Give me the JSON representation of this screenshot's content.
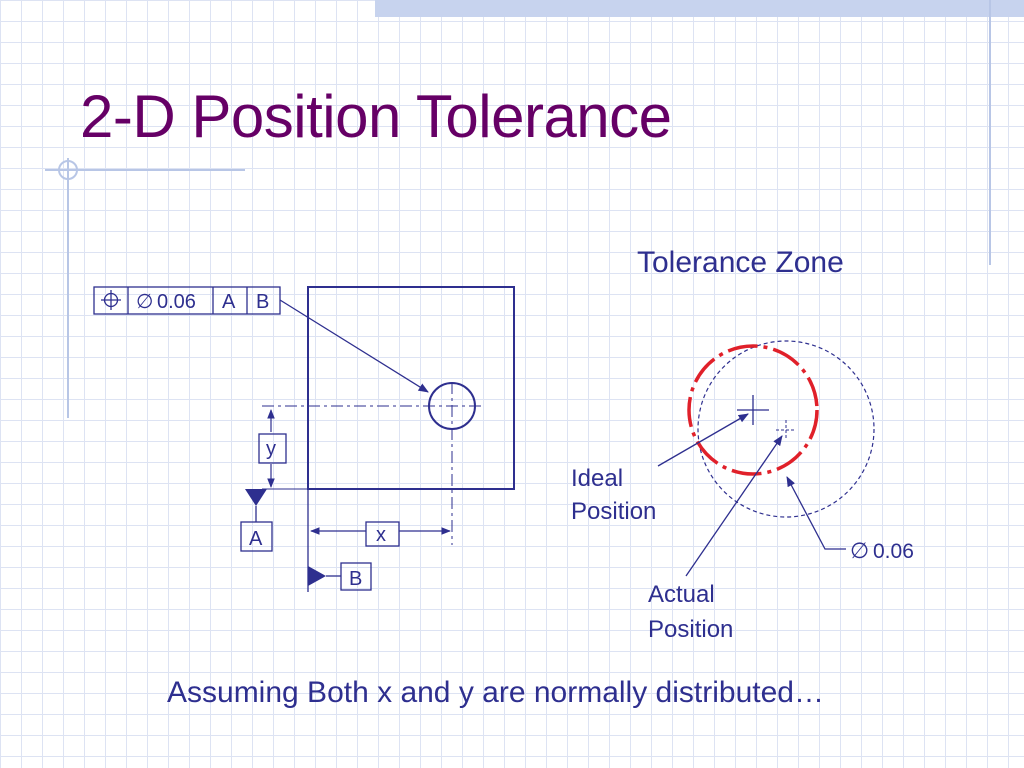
{
  "slide": {
    "title": "2-D Position Tolerance",
    "caption": "Assuming Both x and y are normally distributed…"
  },
  "drawing": {
    "feature_control_frame": {
      "symbol": "position-symbol",
      "diameter_symbol": "∅",
      "tolerance": "0.06",
      "datum_1": "A",
      "datum_2": "B"
    },
    "dimension_y": "y",
    "dimension_x": "x",
    "datum_a_label": "A",
    "datum_b_label": "B"
  },
  "zone": {
    "title": "Tolerance Zone",
    "ideal_label_line1": "Ideal",
    "ideal_label_line2": "Position",
    "actual_label_line1": "Actual",
    "actual_label_line2": "Position",
    "diameter_symbol": "∅",
    "diameter_value": "0.06"
  },
  "colors": {
    "title": "#660066",
    "ink": "#2e2f8f",
    "zone_circle": "#e0202a",
    "grid": "#dde3f3",
    "accent": "#c7d3ee"
  }
}
